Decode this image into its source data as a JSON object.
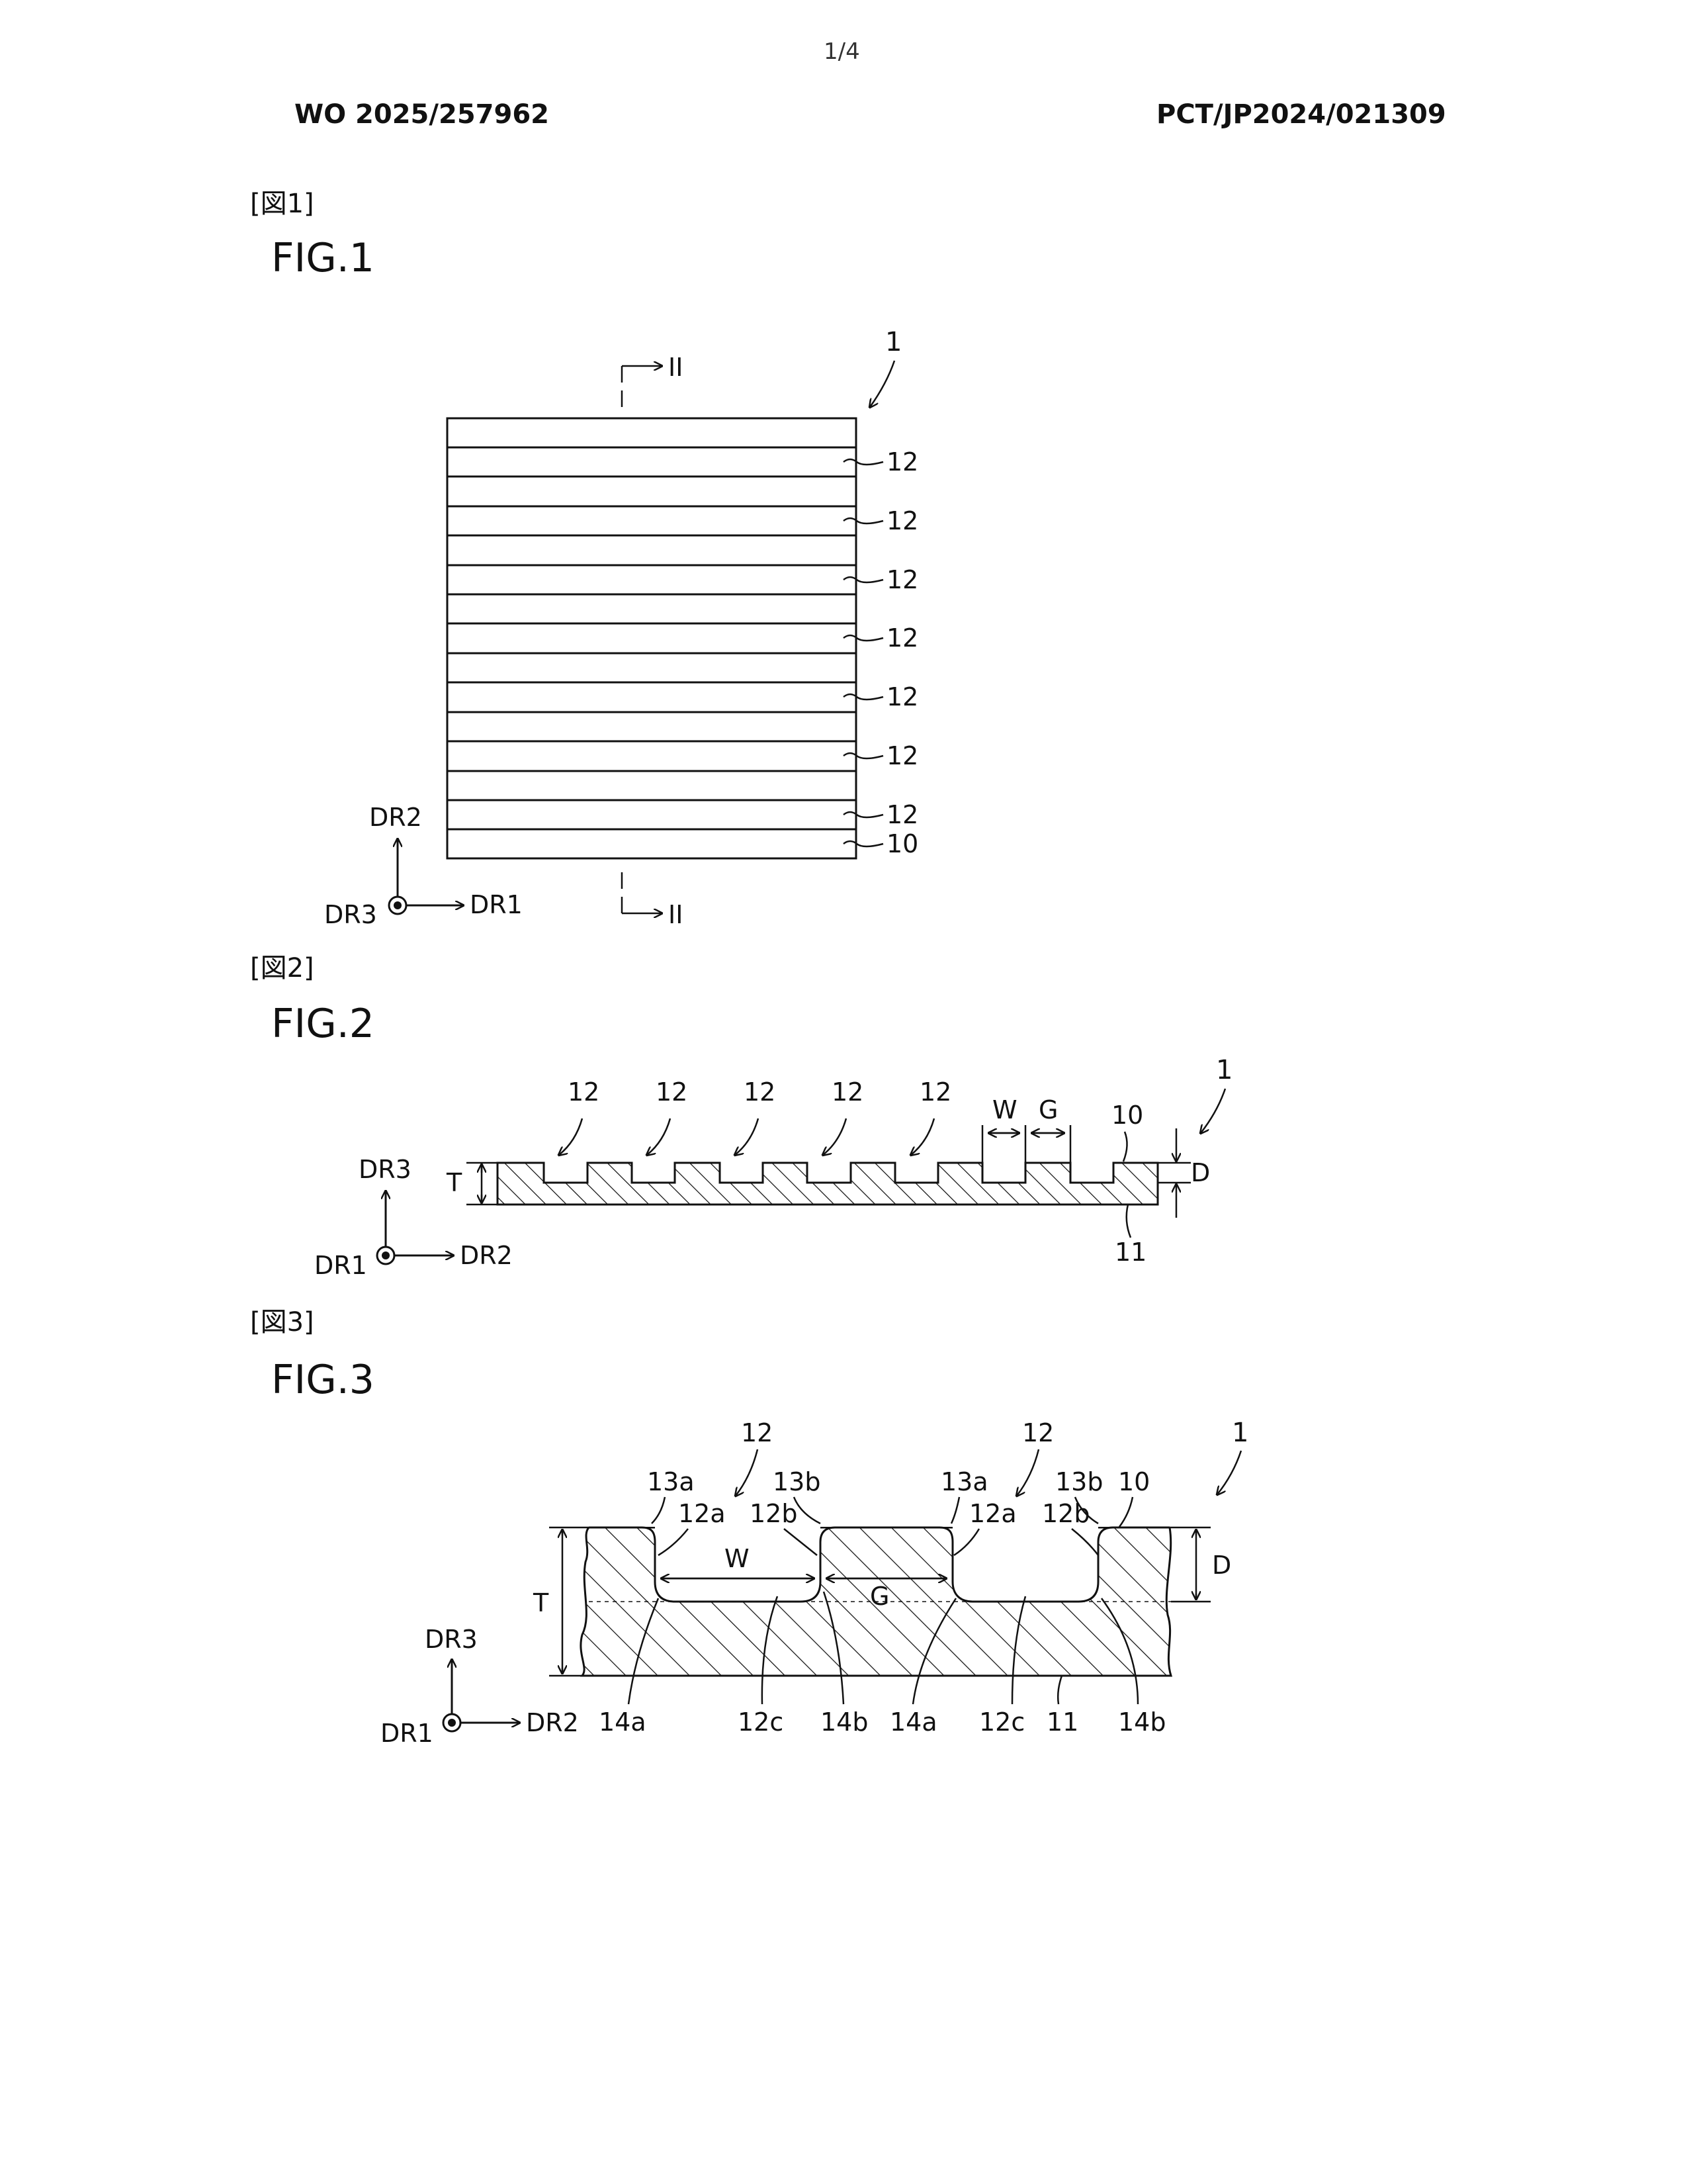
{
  "header": {
    "page_number": "1/4",
    "publication_number": "WO 2025/257962",
    "application_number": "PCT/JP2024/021309"
  },
  "figures": [
    {
      "tag": "[図1]",
      "title": "FIG.1",
      "labels": {
        "ref_1": "1",
        "section_top": "II",
        "section_bottom": "II",
        "groove": "12",
        "plate": "10",
        "axis_up": "DR2",
        "axis_right": "DR1",
        "axis_out": "DR3"
      }
    },
    {
      "tag": "[図2]",
      "title": "FIG.2",
      "labels": {
        "ref_1": "1",
        "groove": "12",
        "width": "W",
        "gap": "G",
        "plate": "10",
        "thickness": "T",
        "depth": "D",
        "base": "11",
        "axis_up": "DR3",
        "axis_right": "DR2",
        "axis_out": "DR1"
      }
    },
    {
      "tag": "[図3]",
      "title": "FIG.3",
      "labels": {
        "ref_1": "1",
        "groove": "12",
        "edge_13a": "13a",
        "edge_13b": "13b",
        "wall_12a": "12a",
        "wall_12b": "12b",
        "width": "W",
        "gap": "G",
        "plate": "10",
        "thickness": "T",
        "depth": "D",
        "corner_14a": "14a",
        "corner_14b": "14b",
        "bottom_12c": "12c",
        "base": "11",
        "axis_up": "DR3",
        "axis_right": "DR2",
        "axis_out": "DR1"
      }
    }
  ]
}
